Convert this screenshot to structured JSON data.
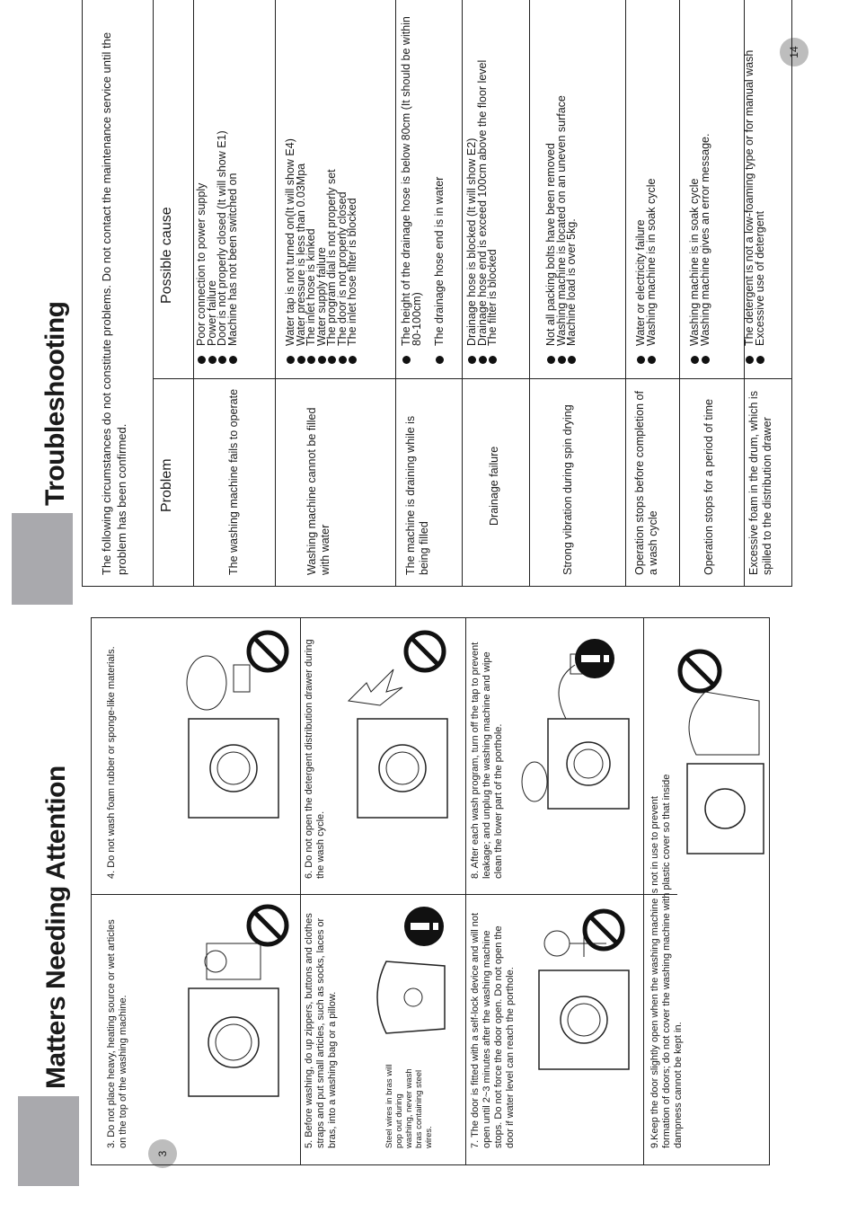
{
  "page_numbers": {
    "left": "3",
    "right": "14"
  },
  "matters": {
    "title": "Matters Needing Attention",
    "items": [
      {
        "text": "3. Do not place heavy, heating source or wet articles on the top of the washing machine.",
        "icon": "prohibited-icon"
      },
      {
        "text": "4. Do not wash foam rubber or sponge-like materials.",
        "icon": "prohibited-icon"
      },
      {
        "text": "5. Before washing, do up zippers, buttons and clothes straps and put small articles, such as socks, laces or bras, into a washing bag or a pillow.",
        "note": "Steel wires in bras will pop out during washing, never wash bras containing steel wires.",
        "icon": "mandatory-icon"
      },
      {
        "text": "6. Do not open the detergent distribution drawer during the wash cycle.",
        "icon": "prohibited-icon"
      },
      {
        "text": "7. The door is fitted with a self-lock device and will not open until 2~3 minutes after the washing machine stops. Do not force the door open. Do not open the door if water level can reach the porthole.",
        "icon": "prohibited-icon"
      },
      {
        "text": "8. After each wash program, turn off the tap to prevent leakage; and unplug the washing machine and wipe clean the lower part of the porthole.",
        "icon": "mandatory-icon"
      },
      {
        "text": "9.Keep the door slightly open when the washing machine is not in use to prevent formation of doors; do not cover the washing machine with plastic cover so that inside dampness cannot be kept in.",
        "icon": "prohibited-icon"
      }
    ]
  },
  "troubleshooting": {
    "title": "Troubleshooting",
    "intro": "The following circumstances do not constitute problems. Do not contact the maintenance service until the problem has been confirmed.",
    "headers": {
      "problem": "Problem",
      "cause": "Possible cause"
    },
    "rows": [
      {
        "problem": "The washing machine fails to operate",
        "causes": [
          "Poor connection to power supply",
          "Power failure",
          "Door is not properly closed (It will show E1)",
          "Machine has not been switched on"
        ]
      },
      {
        "problem": "Washing machine cannot be filled with water",
        "causes": [
          "Water tap is not turned on(It will show E4)",
          "Water pressure is less than 0.03Mpa",
          "The inlet hose is kinked",
          "Water supply failure",
          "The program dial is not properly set",
          "The door is not properly closed",
          "The inlet hose filter is blocked"
        ]
      },
      {
        "problem": "The machine is draining while is being filled",
        "causes": [
          "The height of the drainage hose is below 80cm (It should be within 80-100cm)",
          "The drainage hose end is in water"
        ]
      },
      {
        "problem": "Drainage failure",
        "causes": [
          "Drainage hose is blocked (It will show E2)",
          "Drainage hose end is exceed 100cm above the floor level",
          "The filter is blocked"
        ]
      },
      {
        "problem": "Strong vibration during spin drying",
        "causes": [
          "Not all packing bolts have been removed",
          "Washing machine is located on an uneven surface",
          "Machine load is over 5kg."
        ]
      },
      {
        "problem": "Operation stops before completion of a wash cycle",
        "causes": [
          "Water or electricity failure",
          "Washing machine is in soak cycle"
        ]
      },
      {
        "problem": "Operation stops for a period of time",
        "causes": [
          "Washing machine is in soak cycle",
          "Washing machine gives an error message."
        ]
      },
      {
        "problem": "Excessive foam in the drum, which is spilled to the distribution drawer",
        "causes": [
          "The detergent is not a low-foaming type or for manual wash",
          "Excessive use of detergent"
        ]
      }
    ]
  }
}
